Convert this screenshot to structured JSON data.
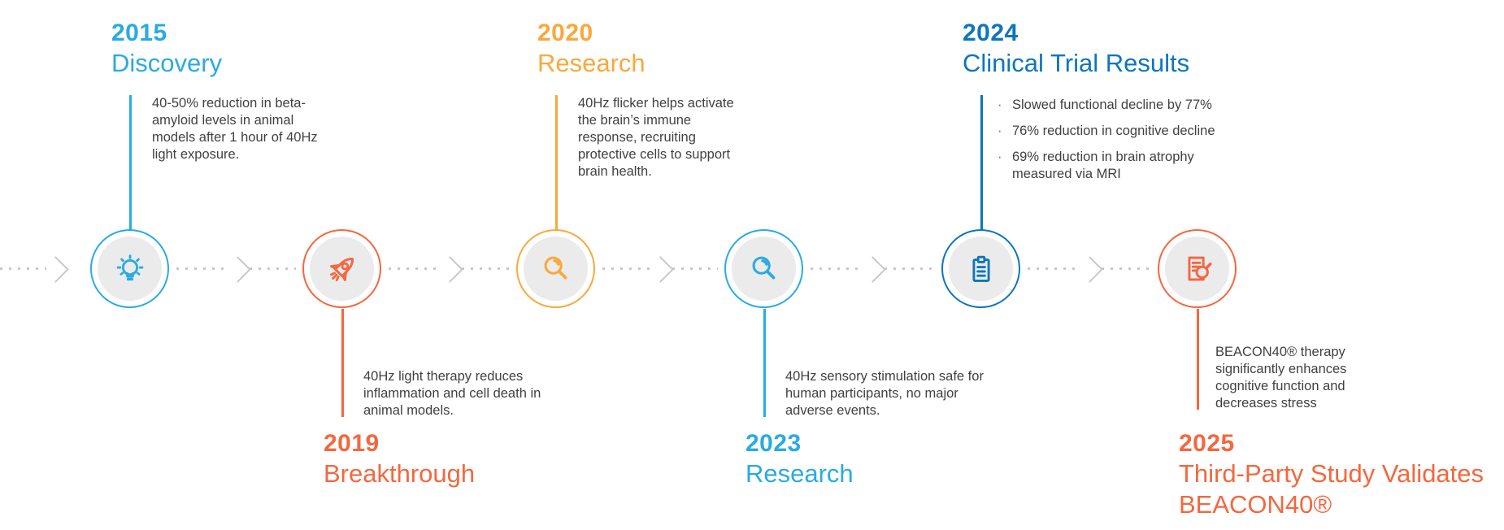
{
  "infographic": {
    "subject": "BEACON40 40Hz light therapy research timeline",
    "colors": {
      "light_blue": "#29ABE2",
      "orange": "#F4673F",
      "amber": "#F9A83D",
      "dark_blue": "#0E76BC",
      "body_text": "#414042",
      "axis_gray": "#C8C8C8",
      "disc_gray": "#EBEBEB"
    },
    "glyphs": {
      "bullet": "·"
    }
  },
  "milestones": [
    {
      "year": "2015",
      "title": "Discovery",
      "color": "#29ABE2",
      "icon": "lightbulb-icon",
      "side": "top",
      "description": "40-50% reduction in beta-amyloid levels in animal models after 1 hour of 40Hz light exposure."
    },
    {
      "year": "2019",
      "title": "Breakthrough",
      "color": "#F4673F",
      "icon": "rocket-icon",
      "side": "bottom",
      "description": "40Hz light therapy reduces inflammation and cell death in animal models."
    },
    {
      "year": "2020",
      "title": "Research",
      "color": "#F9A83D",
      "icon": "magnifier-icon",
      "side": "top",
      "description": "40Hz flicker helps activate the brain’s immune response, recruiting protective cells to support brain health."
    },
    {
      "year": "2023",
      "title": "Research",
      "color": "#29ABE2",
      "icon": "magnifier-icon",
      "side": "bottom",
      "description": "40Hz sensory stimulation safe for human participants, no major adverse events."
    },
    {
      "year": "2024",
      "title": "Clinical Trial Results",
      "color": "#0E76BC",
      "icon": "clipboard-icon",
      "side": "top",
      "bullets": [
        "Slowed functional decline by 77%",
        "76% reduction in cognitive decline",
        "69% reduction in brain atrophy measured via MRI"
      ]
    },
    {
      "year": "2025",
      "title": "Third-Party Study Validates BEACON40®",
      "color": "#F4673F",
      "icon": "document-search-icon",
      "side": "bottom",
      "description": "BEACON40® therapy significantly enhances cognitive function and decreases stress"
    }
  ]
}
